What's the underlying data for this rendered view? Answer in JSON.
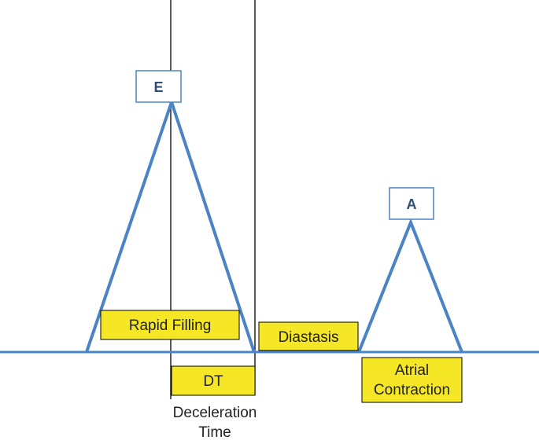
{
  "colors": {
    "curve": "#4a84c4",
    "peak_box_stroke": "#4a84c4",
    "peak_text": "#2d4f7a",
    "phase_fill": "#f5e725",
    "phase_stroke": "#000000",
    "marker_line": "#000000",
    "caption_text": "#222222"
  },
  "peaks": {
    "e": {
      "label": "E"
    },
    "a": {
      "label": "A"
    }
  },
  "phases": {
    "rapid_filling": {
      "label": "Rapid Filling"
    },
    "diastasis": {
      "label": "Diastasis"
    },
    "dt": {
      "label": "DT"
    },
    "atrial_contraction": {
      "line1": "Atrial",
      "line2": "Contraction"
    }
  },
  "caption": {
    "line1": "Deceleration",
    "line2": "Time"
  }
}
